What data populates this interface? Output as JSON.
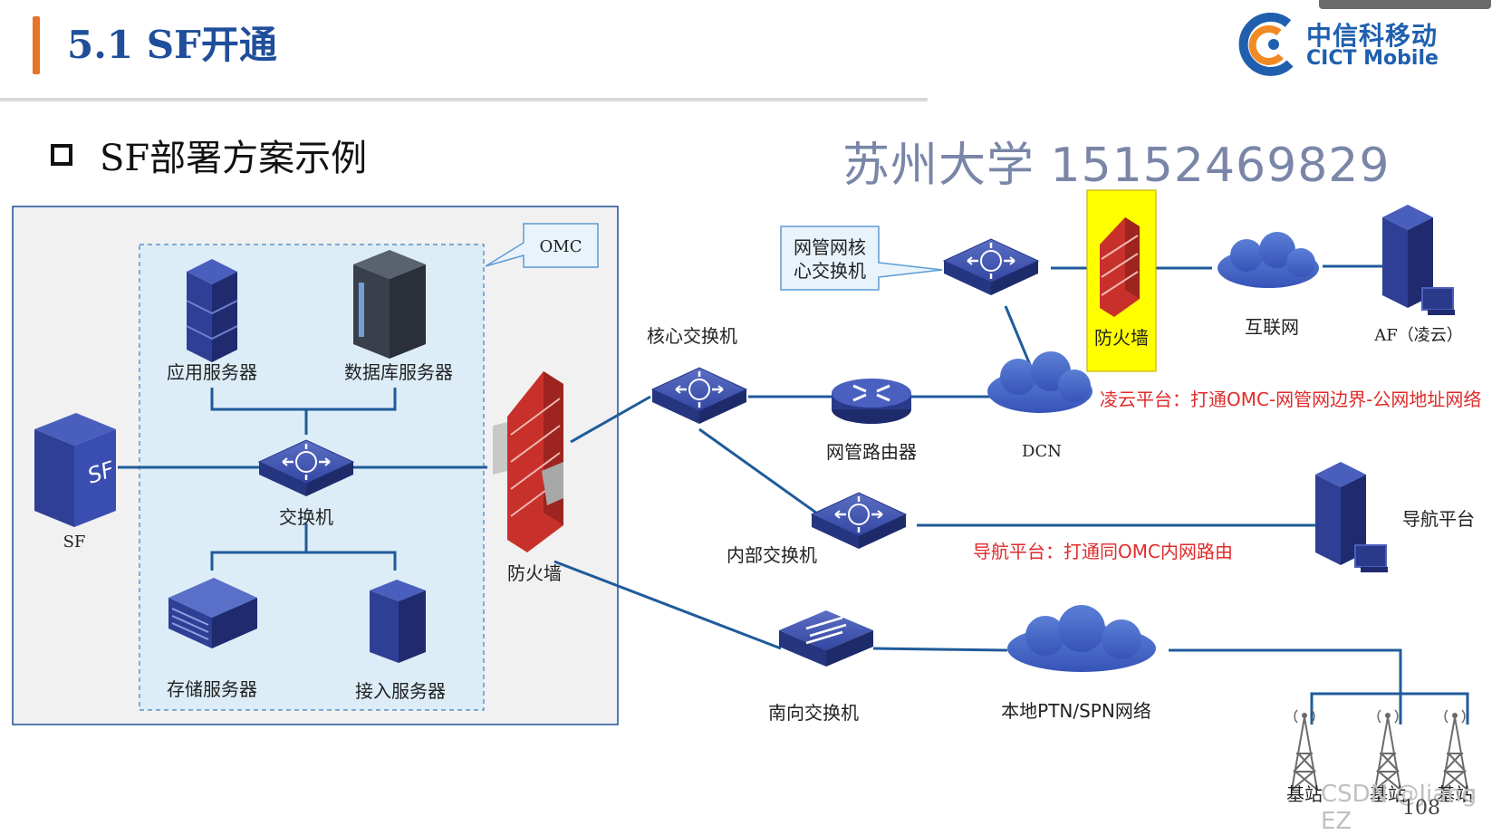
{
  "header": {
    "title": "5.1 SF开通",
    "logo_cn": "中信科移动",
    "logo_en": "CICT Mobile"
  },
  "section": {
    "title": "SF部署方案示例"
  },
  "watermark": "苏州大学 15152469829",
  "omc_box": {
    "label": "OMC",
    "app_server": "应用服务器",
    "db_server": "数据库服务器",
    "switch": "交换机",
    "storage_server": "存储服务器",
    "access_server": "接入服务器"
  },
  "sf": {
    "label": "SF"
  },
  "firewall_left": {
    "label": "防火墙"
  },
  "core_switch": {
    "label": "核心交换机"
  },
  "nm_router": {
    "label": "网管路由器"
  },
  "dcn": {
    "label": "DCN"
  },
  "nm_core_switch": {
    "label_line1": "网管网核",
    "label_line2": "心交换机"
  },
  "firewall_right": {
    "label": "防火墙"
  },
  "internet": {
    "label": "互联网"
  },
  "af": {
    "label": "AF（凌云）"
  },
  "note_lingyun": "凌云平台：打通OMC-网管网边界-公网地址网络",
  "internal_switch": {
    "label": "内部交换机"
  },
  "nav_platform": {
    "label": "导航平台"
  },
  "note_nav": "导航平台：打通同OMC内网路由",
  "south_switch": {
    "label": "南向交换机"
  },
  "ptn_network": {
    "label": "本地PTN/SPN网络"
  },
  "base_stations": [
    "基站",
    "基站",
    "基站"
  ],
  "footer": {
    "page_number": "108",
    "csdn": "CSDN @Jiang EZ"
  },
  "colors": {
    "title_blue": "#1f4e9a",
    "device_blue": "#2b3b8f",
    "line_blue": "#1f5b9a",
    "firewall_red": "#c8312b",
    "note_red": "#e02b2b",
    "highlight_yellow": "#ffff00"
  }
}
